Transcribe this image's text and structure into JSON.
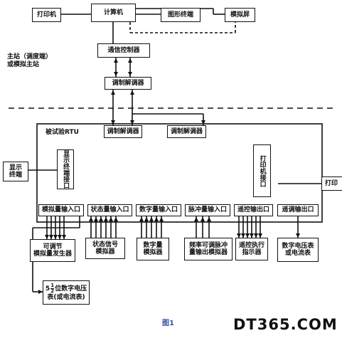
{
  "nodes": {
    "printer_top": "打印机",
    "computer": "计算机",
    "graphic_terminal": "图形终端",
    "simulation_screen": "模拟屏",
    "comm_controller": "通信控制器",
    "modem_master": "调制解调器",
    "modem_rtu_1": "调制解调器",
    "modem_rtu_2": "调制解调器",
    "display_terminal_interface": "显示终端接口",
    "display_terminal": "显示\n终端",
    "printer_interface": "打印机接口",
    "printer_right": "打印",
    "analog_input": "模拟量输入口",
    "status_input": "状态量输入口",
    "digital_input": "数字量输入口",
    "pulse_input": "脉冲量输入口",
    "remote_control_output": "遥控输出口",
    "setpoint_output": "遥调输出口",
    "adjustable_analog_generator": "可调节\n模拟量发生器",
    "status_simulator": "状态信号\n模拟器",
    "digital_simulator": "数字量\n模拟器",
    "pulse_simulator": "频率可调脉冲\n量输出模拟器",
    "remote_indicator": "遥控执行\n指示器",
    "digital_meter": "数字电压表\n或电流表",
    "digit_meter_prefix": "5",
    "digit_meter_num": "1",
    "digit_meter_den": "2",
    "digit_meter_suffix": "位数字电压",
    "digit_meter_line2": "表(或电流表)"
  },
  "labels": {
    "master_station": "主站（调度端）\n或模拟主站",
    "rtu_under_test": "被试验RTU"
  },
  "caption": "图1",
  "watermark": "DT365.COM"
}
